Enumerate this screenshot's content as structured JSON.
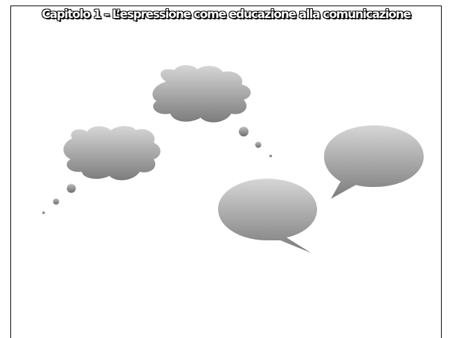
{
  "slide": {
    "title": "Capitolo 1 – L’espressione come educazione alla comunicazione"
  },
  "colors": {
    "shape_top": "#d4d4d4",
    "shape_bottom": "#7a7a7a",
    "frame": "#000000"
  },
  "shapes": [
    "thought-bubble-cloud",
    "thought-bubble-cloud",
    "speech-bubble-oval",
    "speech-bubble-oval"
  ]
}
